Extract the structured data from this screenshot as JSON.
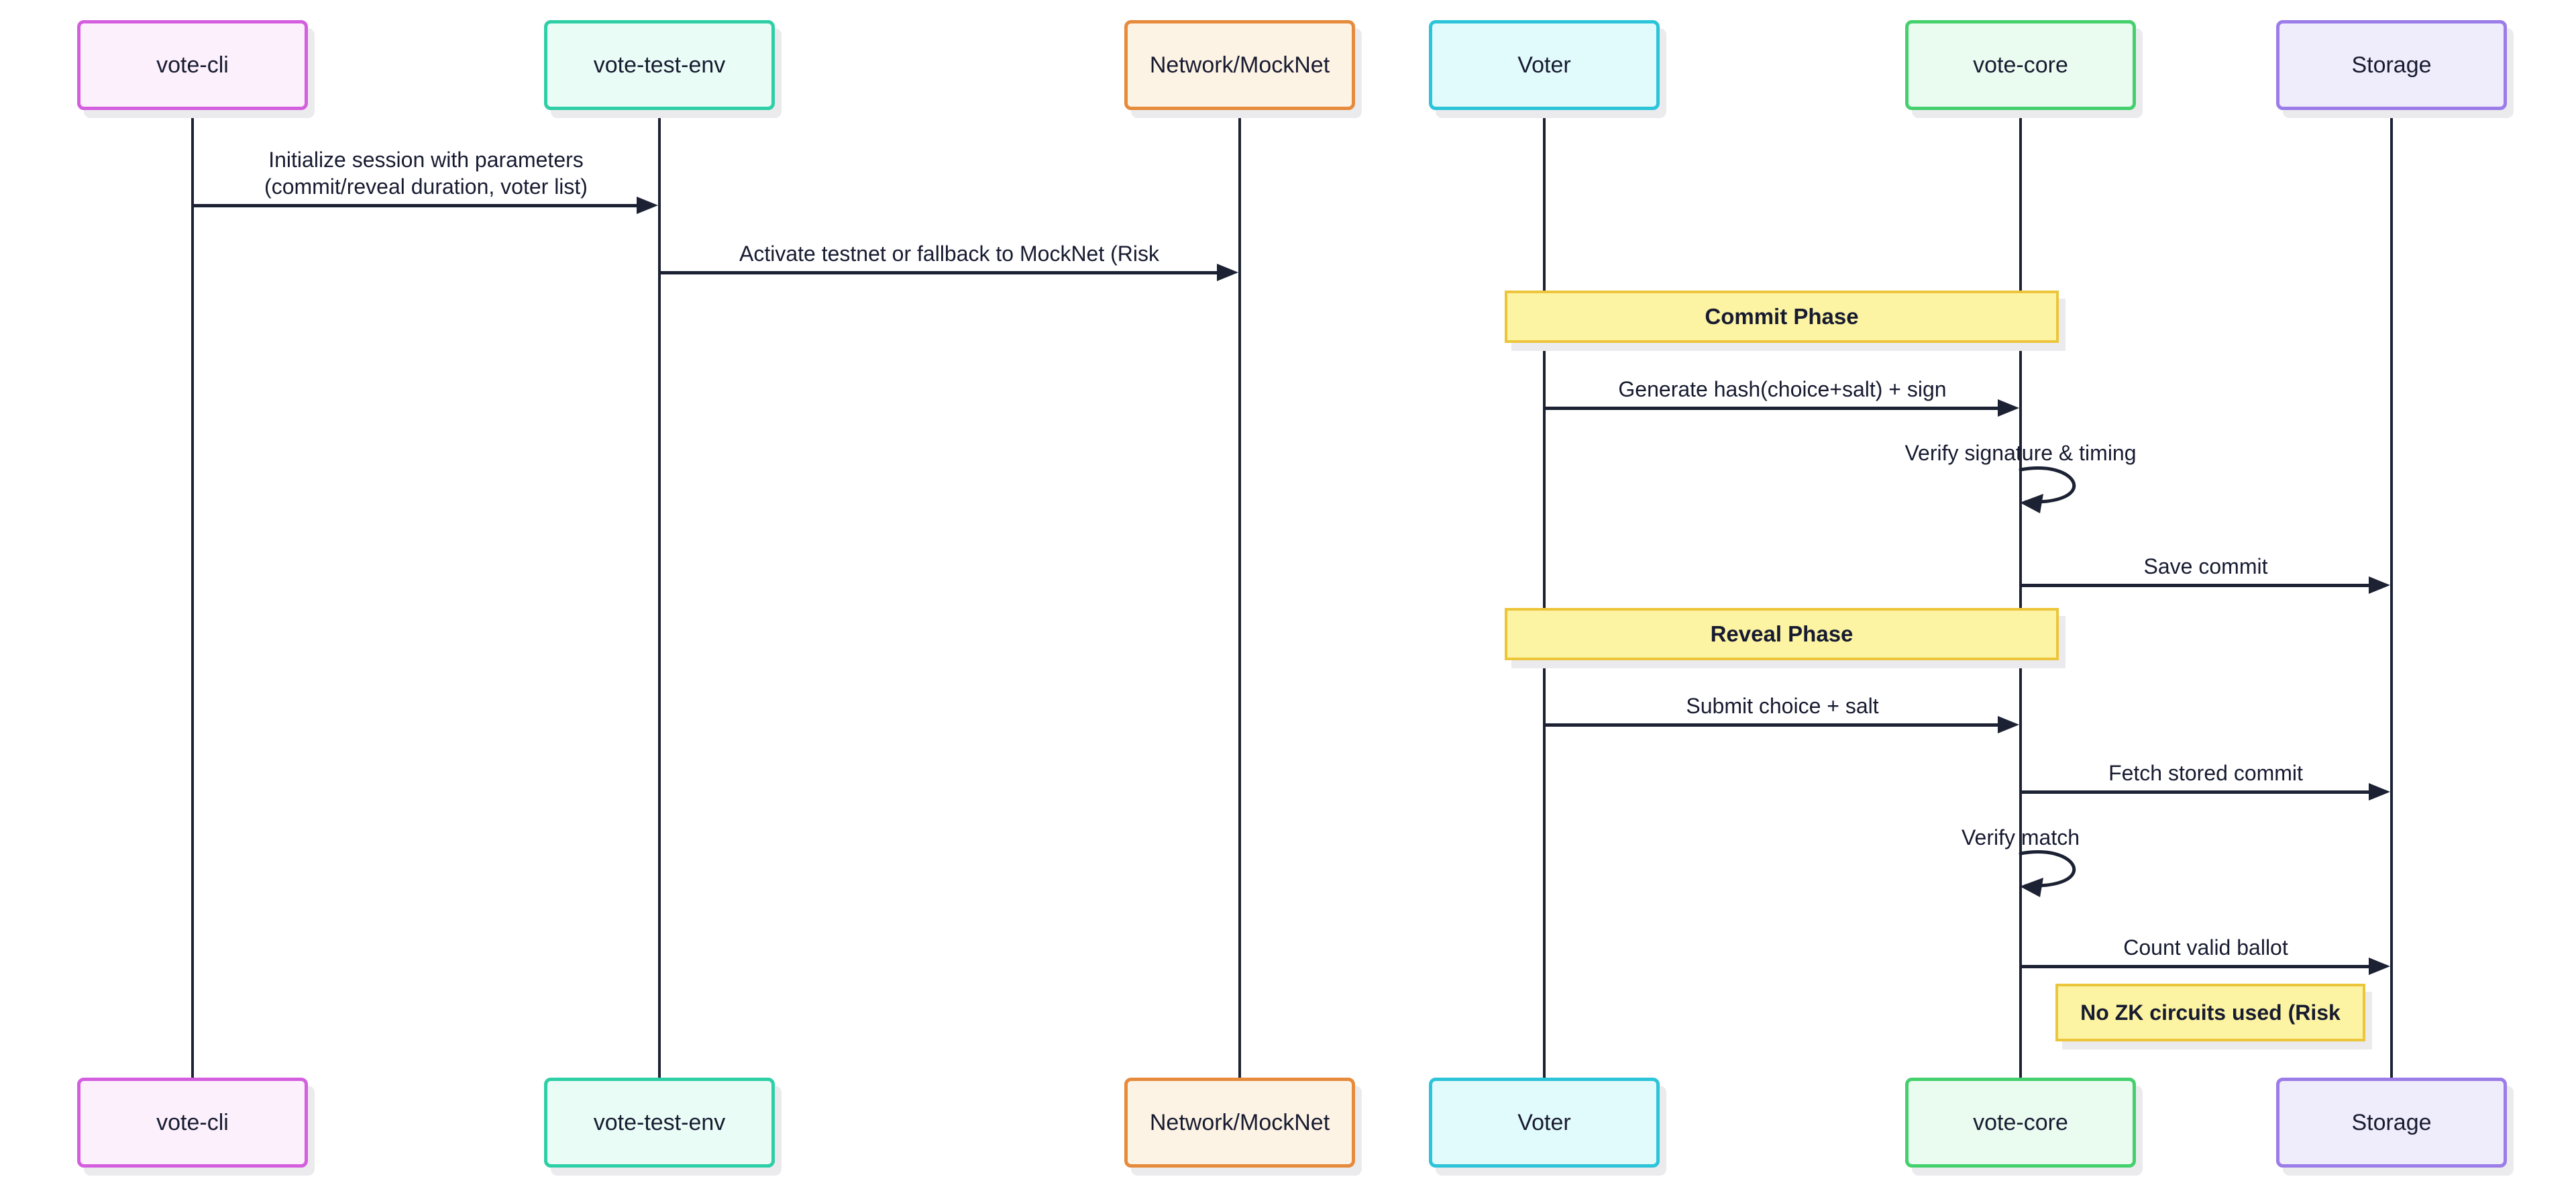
{
  "diagram": {
    "type": "sequence-diagram",
    "actors": [
      {
        "name": "vote-cli",
        "fill": "#fdf0fd",
        "stroke": "#d45fde"
      },
      {
        "name": "vote-test-env",
        "fill": "#e9fcf6",
        "stroke": "#2ecfa6"
      },
      {
        "name": "Network/MockNet",
        "fill": "#fdf3e5",
        "stroke": "#e68a3c"
      },
      {
        "name": "Voter",
        "fill": "#e1fafc",
        "stroke": "#2cc4d9"
      },
      {
        "name": "vote-core",
        "fill": "#eafbf0",
        "stroke": "#45d06e"
      },
      {
        "name": "Storage",
        "fill": "#efecfb",
        "stroke": "#9b7ce8"
      }
    ],
    "messages": [
      {
        "from": "vote-cli",
        "to": "vote-test-env",
        "type": "solid-arrow",
        "label_line1": "Initialize session with parameters",
        "label_line2": "(commit/reveal duration, voter list)"
      },
      {
        "from": "vote-test-env",
        "to": "Network/MockNet",
        "type": "solid-arrow",
        "label": "Activate testnet or fallback to MockNet (Risk"
      },
      {
        "from": "Voter",
        "to": "vote-core",
        "type": "solid-arrow",
        "label": "Generate hash(choice+salt) + sign"
      },
      {
        "from": "vote-core",
        "to": "vote-core",
        "type": "self-arrow",
        "label": "Verify signature & timing"
      },
      {
        "from": "vote-core",
        "to": "Storage",
        "type": "solid-arrow",
        "label": "Save commit"
      },
      {
        "from": "Voter",
        "to": "vote-core",
        "type": "solid-arrow",
        "label": "Submit choice + salt"
      },
      {
        "from": "vote-core",
        "to": "Storage",
        "type": "solid-arrow",
        "label": "Fetch stored commit"
      },
      {
        "from": "vote-core",
        "to": "vote-core",
        "type": "self-arrow",
        "label": "Verify match"
      },
      {
        "from": "vote-core",
        "to": "Storage",
        "type": "solid-arrow",
        "label": "Count valid ballot"
      }
    ],
    "notes": [
      {
        "text": "Commit Phase",
        "over": "Voter,vote-core"
      },
      {
        "text": "Reveal Phase",
        "over": "Voter,vote-core"
      },
      {
        "text": "No ZK circuits used (Risk",
        "position": "right of vote-core"
      }
    ],
    "colors": {
      "background": "#ffffff",
      "line": "#1c2233",
      "text": "#171b30",
      "note_fill": "#fcf3a3",
      "note_border": "#ecc53a"
    }
  }
}
